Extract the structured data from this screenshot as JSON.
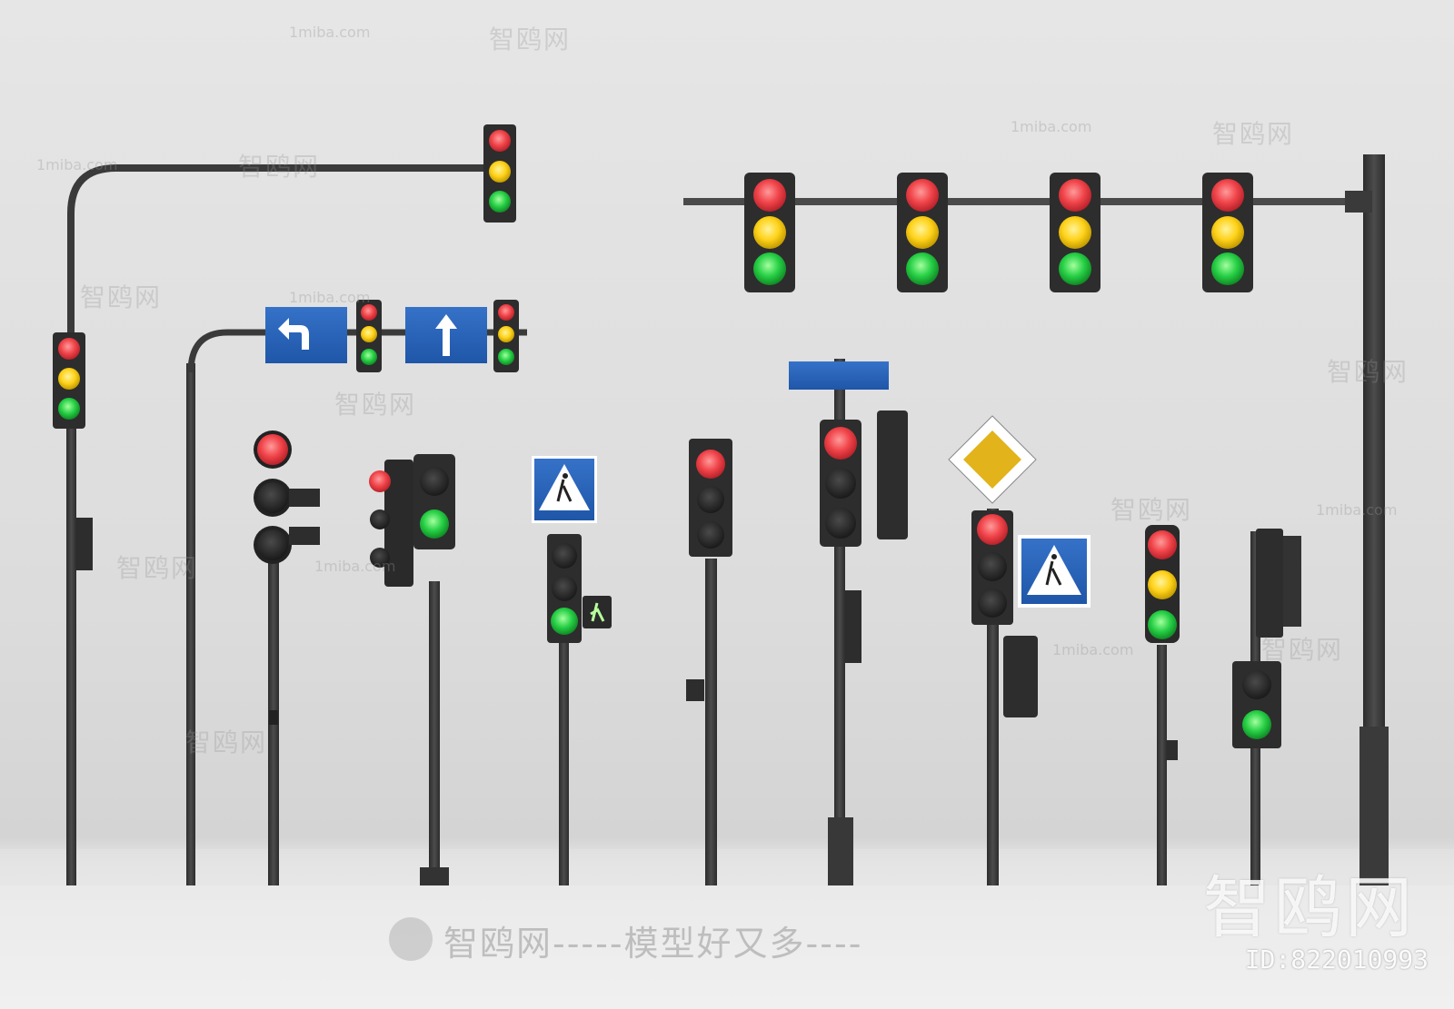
{
  "colors": {
    "red_lit": "#f0444a",
    "yellow_lit": "#ffd21a",
    "green_lit": "#27d046",
    "housing": "#2d2d2d",
    "pole": "#3d3d3d",
    "sign_blue": "#2a62b6",
    "priority_yellow": "#e2b31a"
  },
  "watermarks": {
    "site_small": "1miba.com",
    "site_cn": "智鸥网",
    "line_cn": "智鸥网-----模型好又多----",
    "corner_brand": "智鸥网",
    "id_label": "ID:822010993"
  },
  "objects": [
    {
      "name": "overhead-mast-signal",
      "icon": "traffic-light-vertical"
    },
    {
      "name": "overhead-arrow-sign-gantry",
      "icon": "arrow-left-turn-sign"
    },
    {
      "name": "gantry-four-signals",
      "icon": "traffic-light-row"
    },
    {
      "name": "pedestrian-crossing-sign",
      "icon": "pedestrian-crossing-icon"
    },
    {
      "name": "priority-road-sign",
      "icon": "priority-road-diamond"
    },
    {
      "name": "street-name-sign",
      "icon": "blank-blue-sign"
    }
  ]
}
